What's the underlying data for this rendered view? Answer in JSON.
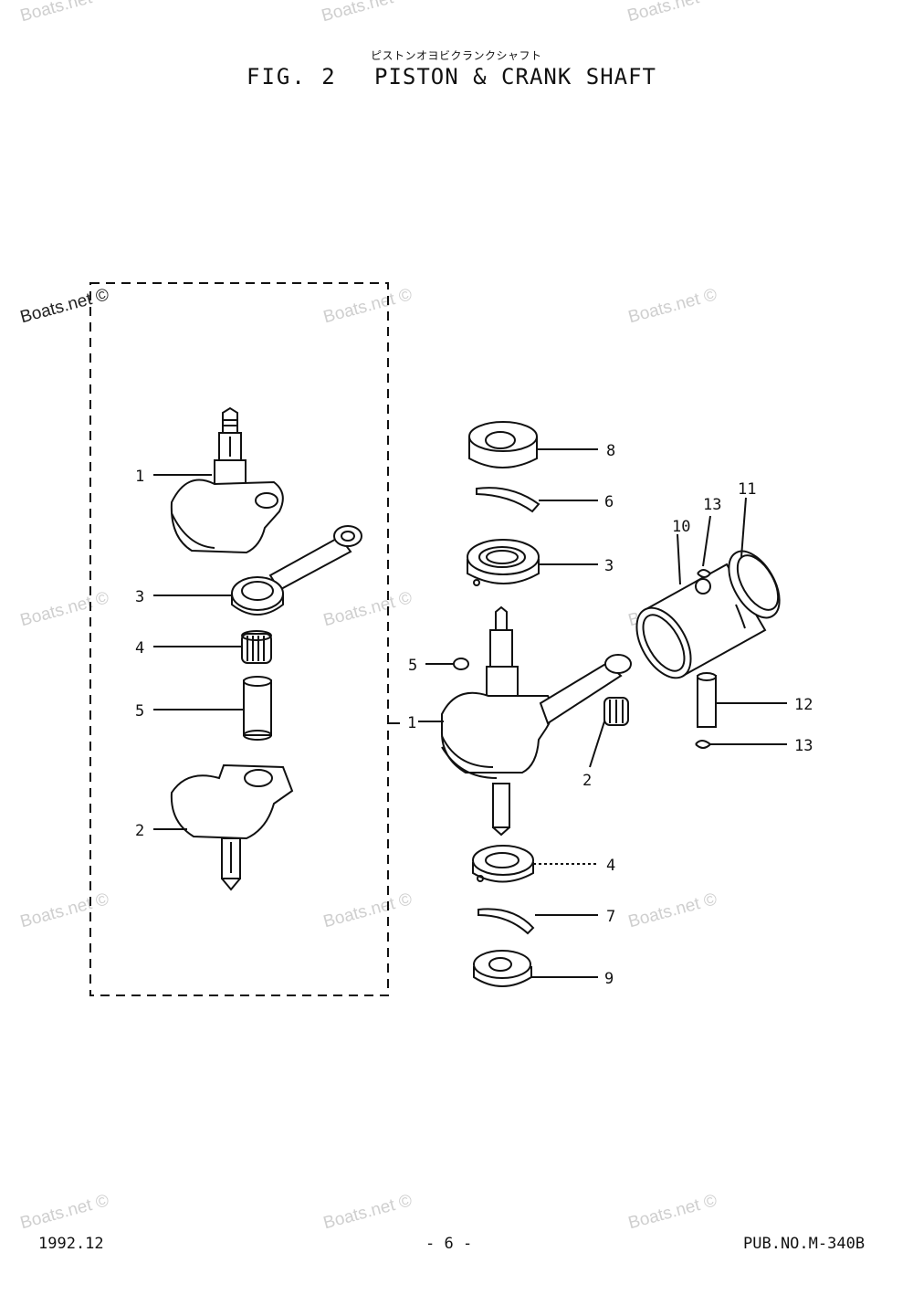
{
  "header": {
    "subtitle_jp": "ピストンオヨビクランクシャフト",
    "fig_label": "FIG. 2",
    "fig_title": "PISTON & CRANK SHAFT"
  },
  "watermark": "Boats.net ©",
  "callouts": {
    "left": [
      "1",
      "3",
      "4",
      "5",
      "2"
    ],
    "right": [
      "8",
      "6",
      "3",
      "13",
      "11",
      "10",
      "5",
      "1",
      "12",
      "13",
      "2",
      "4",
      "7",
      "9"
    ]
  },
  "footer": {
    "date": "1992.12",
    "page": "- 6 -",
    "pub": "PUB.NO.M-340B"
  }
}
